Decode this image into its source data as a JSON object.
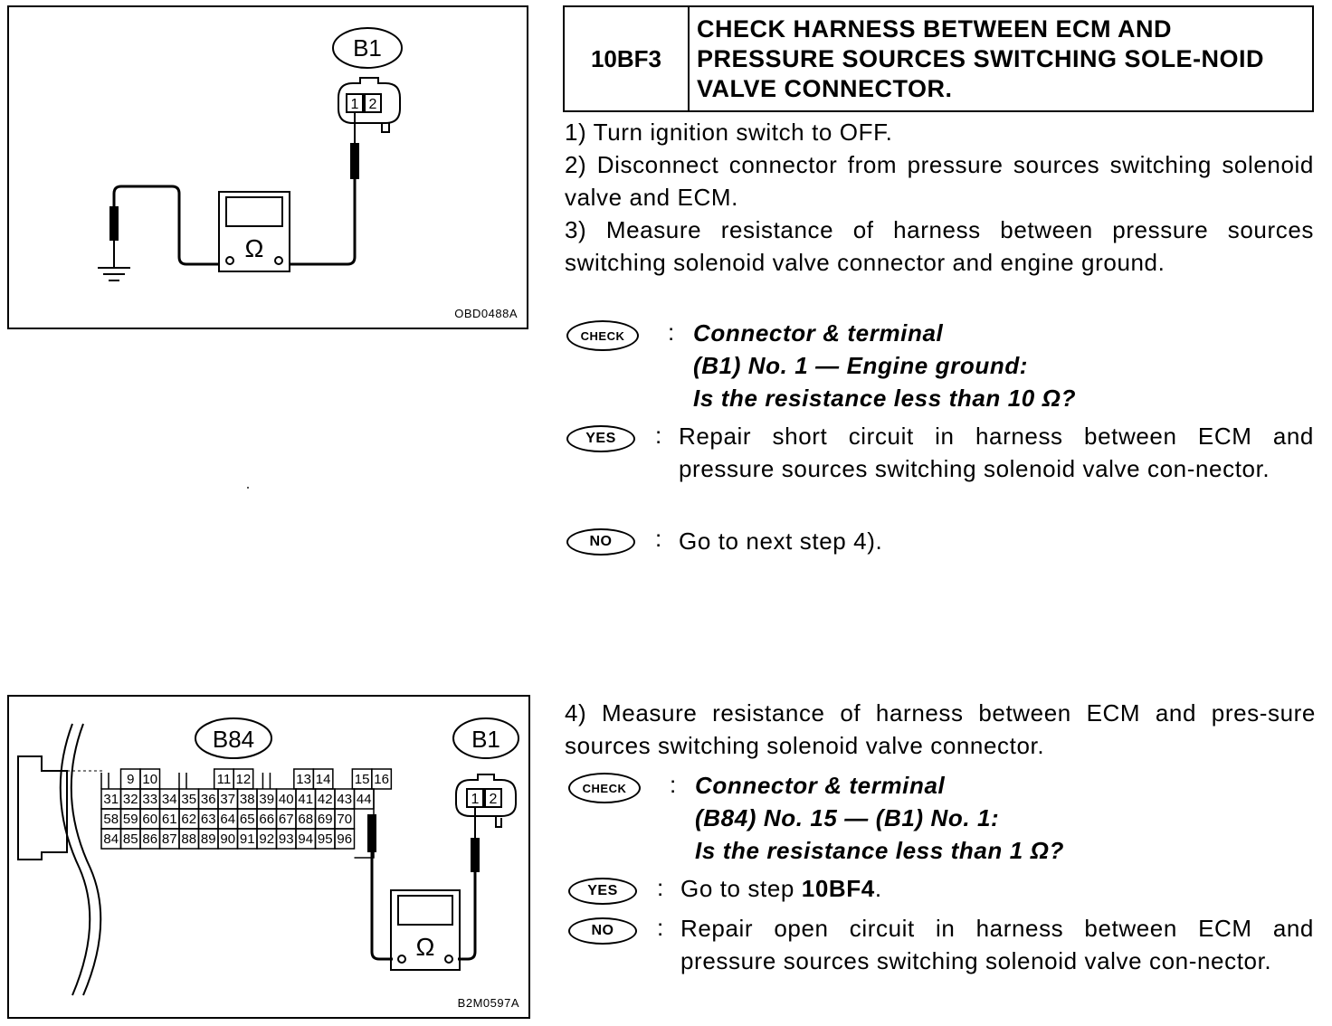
{
  "figure1": {
    "code": "OBD0488A",
    "connector_label": "B1",
    "pins": [
      "1",
      "2"
    ],
    "meter_symbol": "Ω"
  },
  "figure2": {
    "code": "B2M0597A",
    "ecm_label": "B84",
    "connector_label": "B1",
    "pins": [
      "1",
      "2"
    ],
    "meter_symbol": "Ω",
    "top_row_numbers": [
      "9",
      "10",
      "11",
      "12",
      "13",
      "14",
      "15",
      "16"
    ],
    "row1": [
      "31",
      "32",
      "33",
      "34",
      "35",
      "36",
      "37",
      "38",
      "39",
      "40",
      "41",
      "42",
      "43",
      "44"
    ],
    "row2": [
      "58",
      "59",
      "60",
      "61",
      "62",
      "63",
      "64",
      "65",
      "66",
      "67",
      "68",
      "69",
      "70"
    ],
    "row3": [
      "84",
      "85",
      "86",
      "87",
      "88",
      "89",
      "90",
      "91",
      "92",
      "93",
      "94",
      "95",
      "96"
    ]
  },
  "step": {
    "number": "10BF3",
    "title": "CHECK HARNESS BETWEEN ECM AND PRESSURE SOURCES SWITCHING SOLE-NOID VALVE CONNECTOR."
  },
  "instructions": [
    "1)  Turn ignition switch to OFF.",
    "2)  Disconnect connector from pressure sources switching solenoid valve and ECM.",
    "3)  Measure resistance of harness between pressure sources switching solenoid valve connector and engine ground."
  ],
  "badges": {
    "check": "CHECK",
    "yes": "YES",
    "no": "NO"
  },
  "check1": {
    "line1": "Connector & terminal",
    "line2": "(B1) No. 1 — Engine ground:",
    "line3": "Is the resistance less than 10 Ω?"
  },
  "yes1": "Repair short circuit in harness between ECM and pressure sources switching solenoid valve con-nector.",
  "no1": "Go to next step 4).",
  "instruction4": "4)  Measure resistance of harness between ECM and pres-sure sources switching solenoid valve connector.",
  "check2": {
    "line1": "Connector & terminal",
    "line2": "(B84) No. 15 — (B1) No. 1:",
    "line3": "Is the resistance less than 1 Ω?"
  },
  "yes2_prefix": "Go to step ",
  "yes2_step": "10BF4",
  "no2": "Repair open circuit in harness between ECM and pressure sources switching solenoid valve con-nector."
}
